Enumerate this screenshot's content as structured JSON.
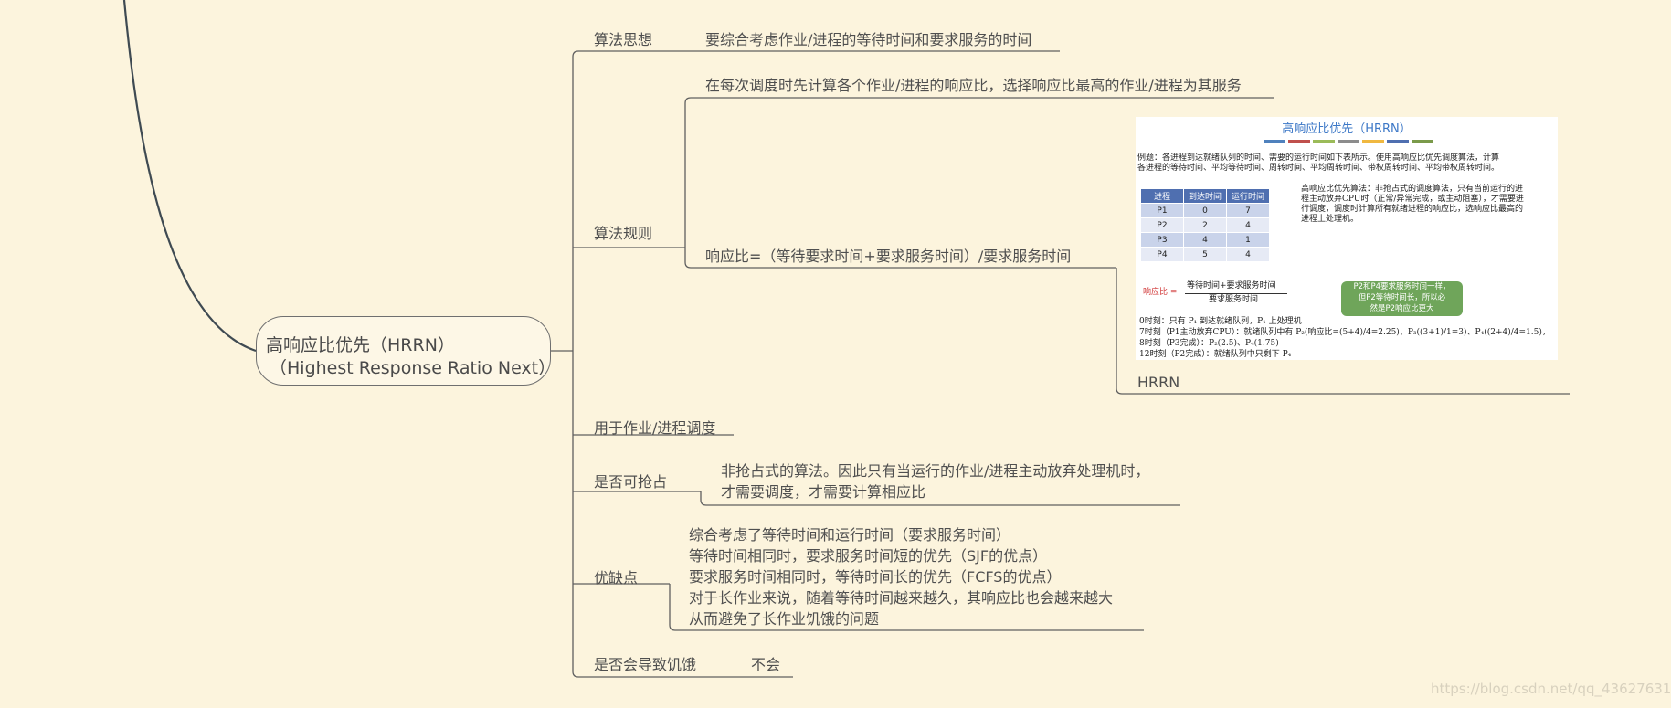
{
  "root": {
    "title_line1": "高响应比优先（HRRN）",
    "title_line2": "（Highest Response Ratio Next）"
  },
  "branches": {
    "idea": {
      "label": "算法思想",
      "text": "要综合考虑作业/进程的等待时间和要求服务的时间"
    },
    "rules": {
      "label": "算法规则",
      "rule1": "在每次调度时先计算各个作业/进程的响应比，选择响应比最高的作业/进程为其服务",
      "rule2": "响应比=（等待要求时间+要求服务时间）/要求服务时间",
      "image_caption": "HRRN"
    },
    "usage": {
      "label": "用于作业/进程调度"
    },
    "preemptive": {
      "label": "是否可抢占",
      "line1": "非抢占式的算法。因此只有当运行的作业/进程主动放弃处理机时，",
      "line2": "才需要调度，才需要计算相应比"
    },
    "pros_cons": {
      "label": "优缺点",
      "lines": [
        "综合考虑了等待时间和运行时间（要求服务时间）",
        "等待时间相同时，要求服务时间短的优先（SJF的优点）",
        "要求服务时间相同时，等待时间长的优先（FCFS的优点）",
        "对于长作业来说，随着等待时间越来越久，其响应比也会越来越大",
        "从而避免了长作业饥饿的问题"
      ]
    },
    "starvation": {
      "label": "是否会导致饥饿",
      "value": "不会"
    }
  },
  "slide": {
    "title": "高响应比优先（HRRN）",
    "bar_colors": [
      "#4f81bd",
      "#c0504d",
      "#9bbb59",
      "#8c8c8c",
      "#f0b840",
      "#4f6fb0",
      "#7a9a4a"
    ],
    "problem_line1": "例题：各进程到达就绪队列的时间、需要的运行时间如下表所示。使用高响应比优先调度算法，计算",
    "problem_line2": "各进程的等待时间、平均等待时间、周转时间、平均周转时间、带权周转时间、平均带权周转时间。",
    "table_headers": [
      "进程",
      "到达时间",
      "运行时间"
    ],
    "table_rows": [
      [
        "P1",
        "0",
        "7"
      ],
      [
        "P2",
        "2",
        "4"
      ],
      [
        "P3",
        "4",
        "1"
      ],
      [
        "P4",
        "5",
        "4"
      ]
    ],
    "note_lines": [
      "高响应比优先算法：非抢占式的调度算法，只有当前运行的进",
      "程主动放弃CPU时（正常/异常完成，或主动阻塞），才需要进",
      "行调度，调度时计算所有就绪进程的响应比，选响应比最高的",
      "进程上处理机。"
    ],
    "formula_label": "响应比 =",
    "formula_num": "等待时间+要求服务时间",
    "formula_den": "要求服务时间",
    "bubble_lines": [
      "P2和P4要求服务时间一样，",
      "但P2等待时间长，所以必",
      "然是P2响应比更大"
    ],
    "timeline": [
      "0时刻：只有 P₁ 到达就绪队列，P₁ 上处理机",
      "7时刻（P1主动放弃CPU）：就绪队列中有 P₂(响应比=(5+4)/4=2.25)、P₃((3+1)/1=3)、P₄((2+4)/4=1.5)，",
      "8时刻（P3完成）：P₂(2.5)、P₄(1.75)",
      "12时刻（P2完成）：就绪队列中只剩下 P₄"
    ]
  },
  "watermark": "https://blog.csdn.net/qq_43627631"
}
